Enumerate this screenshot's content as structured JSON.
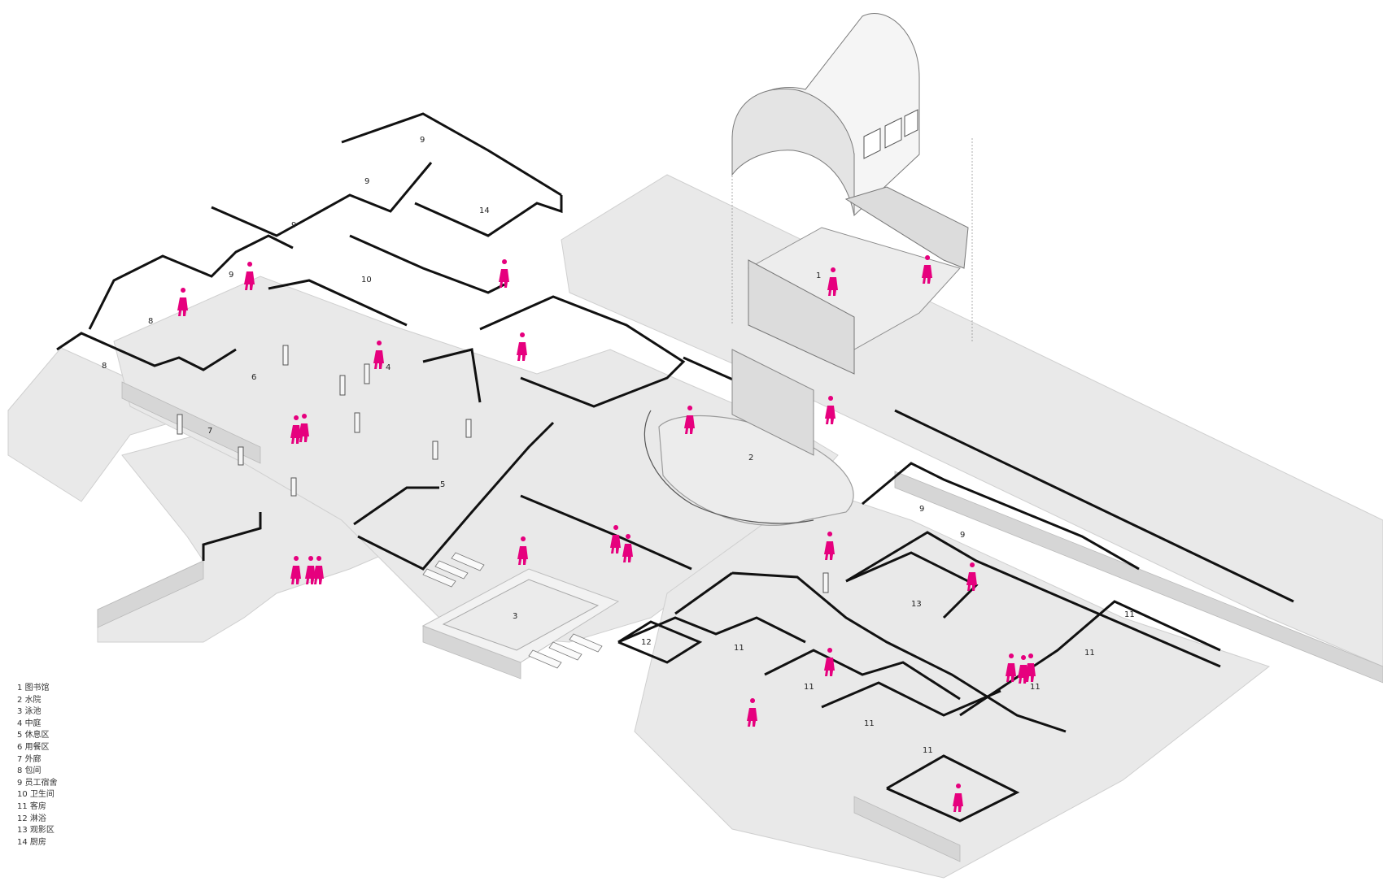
{
  "legend": [
    {
      "num": "1",
      "text": "图书馆"
    },
    {
      "num": "2",
      "text": "水院"
    },
    {
      "num": "3",
      "text": "泳池"
    },
    {
      "num": "4",
      "text": "中庭"
    },
    {
      "num": "5",
      "text": "休息区"
    },
    {
      "num": "6",
      "text": "用餐区"
    },
    {
      "num": "7",
      "text": "外廊"
    },
    {
      "num": "8",
      "text": "包间"
    },
    {
      "num": "9",
      "text": "员工宿舍"
    },
    {
      "num": "10",
      "text": "卫生间"
    },
    {
      "num": "11",
      "text": "客房"
    },
    {
      "num": "12",
      "text": "淋浴"
    },
    {
      "num": "13",
      "text": "观影区"
    },
    {
      "num": "14",
      "text": "厨房"
    }
  ],
  "room_labels": [
    "1",
    "2",
    "3",
    "4",
    "5",
    "6",
    "7",
    "8",
    "8",
    "9",
    "9",
    "9",
    "9",
    "9",
    "9",
    "10",
    "11",
    "11",
    "11",
    "11",
    "11",
    "11",
    "11",
    "12",
    "13",
    "14"
  ],
  "colors": {
    "floor": "#e8e8e8",
    "floor_light": "#efefef",
    "wall": "#111111",
    "wall_face": "#d4d4d4",
    "figure": "#e6007e",
    "vault": "#f4f4f4",
    "vault_shade": "#dadada"
  },
  "icons": [
    "human-figure-icon",
    "barrel-vault-roof-icon"
  ]
}
